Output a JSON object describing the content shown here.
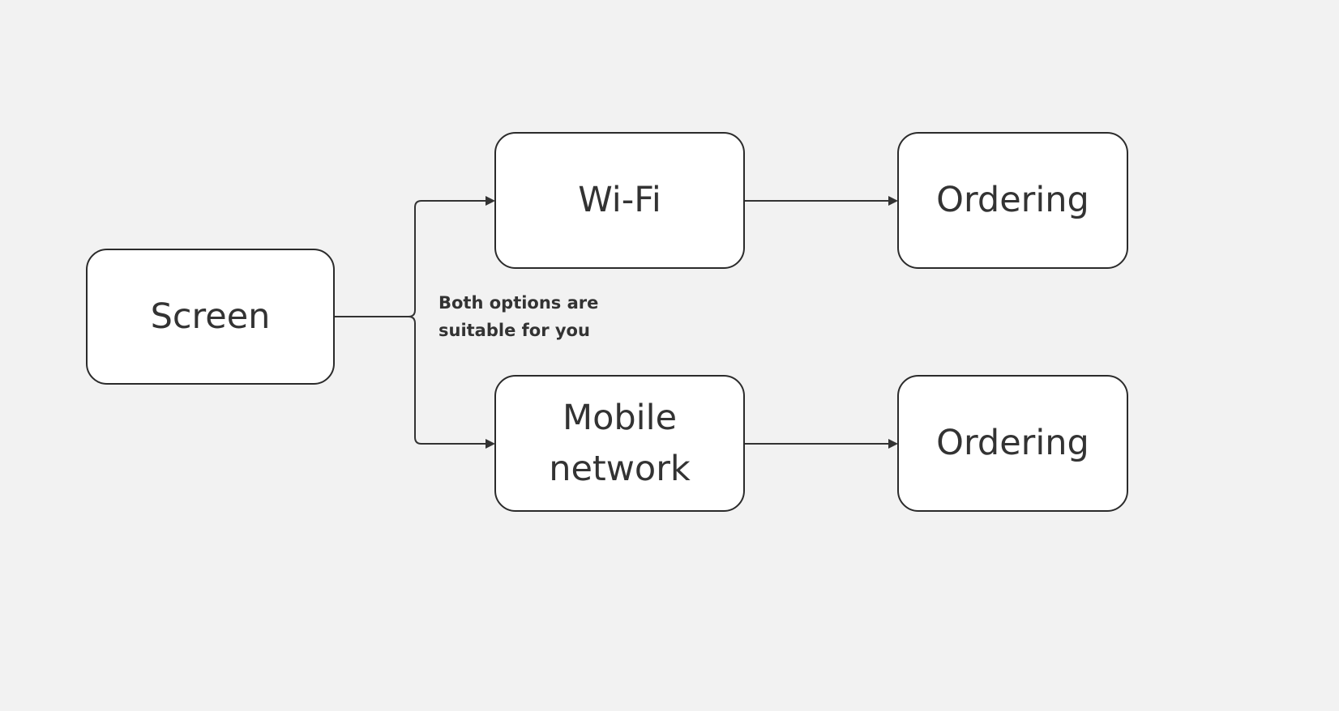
{
  "diagram": {
    "nodes": {
      "screen": {
        "label": "Screen"
      },
      "wifi": {
        "label": "Wi-Fi"
      },
      "mobile": {
        "label": "Mobile\nnetwork"
      },
      "ordering_top": {
        "label": "Ordering"
      },
      "ordering_bottom": {
        "label": "Ordering"
      }
    },
    "branch_note": "Both options are\nsuitable for you",
    "edges": [
      {
        "from": "Screen",
        "to": "Wi-Fi"
      },
      {
        "from": "Screen",
        "to": "Mobile network"
      },
      {
        "from": "Wi-Fi",
        "to": "Ordering"
      },
      {
        "from": "Mobile network",
        "to": "Ordering"
      }
    ]
  },
  "colors": {
    "background": "#f2f2f2",
    "node_fill": "#ffffff",
    "stroke": "#2b2b2b",
    "text": "#333333"
  }
}
